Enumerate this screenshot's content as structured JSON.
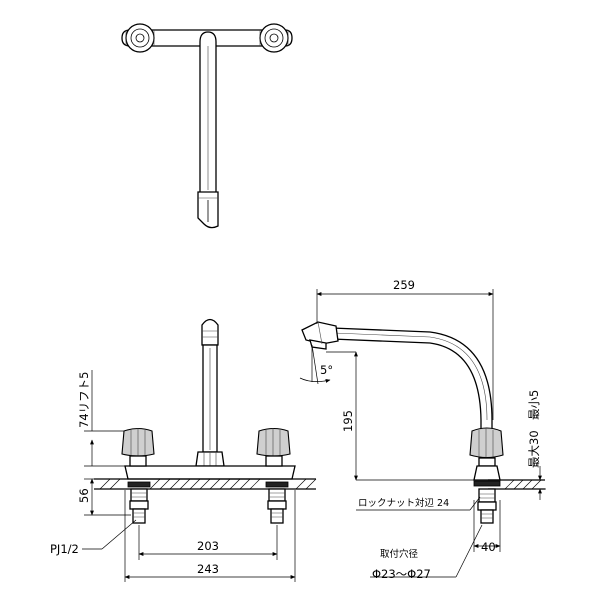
{
  "dimensions": {
    "overall_reach": "259",
    "spout_height": "195",
    "spout_angle": "5°",
    "lift": "74リフト5",
    "base_height": "56",
    "thread": "PJ1/2",
    "center_distance": "203",
    "overall_width": "243",
    "max_thickness": "最大30",
    "min_thickness": "最小5",
    "locknut_label": "ロックナット対辺 24",
    "hole_label": "取付穴径",
    "hole_range": "Φ23～Φ27",
    "base_depth": "40"
  }
}
